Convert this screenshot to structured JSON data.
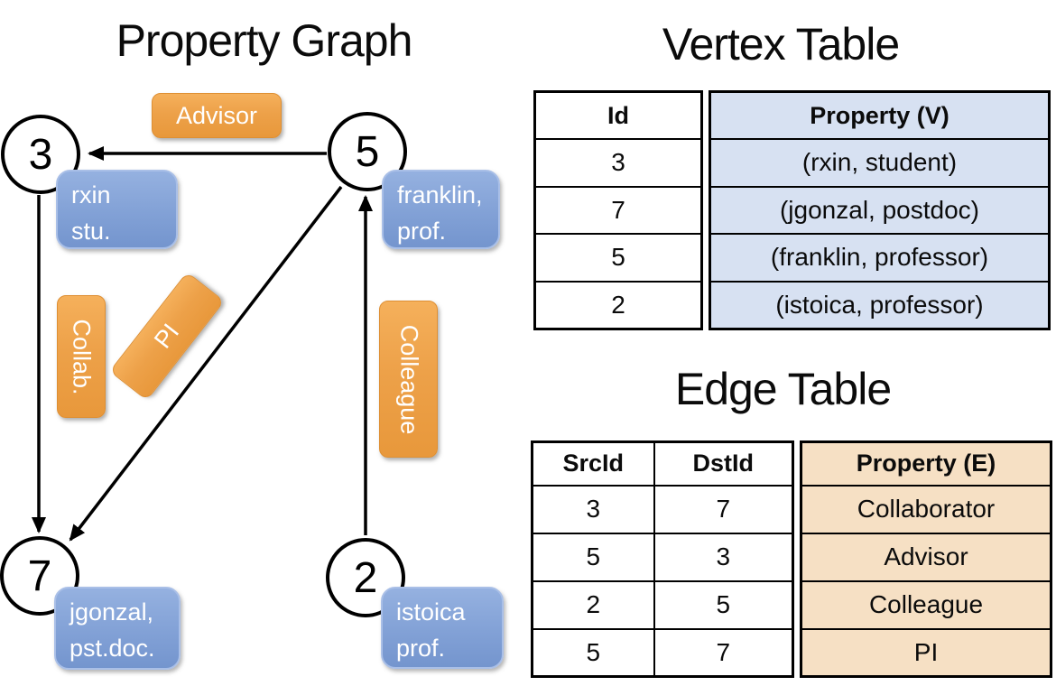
{
  "graph": {
    "title": "Property Graph",
    "nodes": {
      "n3": {
        "id": "3",
        "prop_line1": "rxin",
        "prop_line2": "stu."
      },
      "n5": {
        "id": "5",
        "prop_line1": "franklin,",
        "prop_line2": "prof."
      },
      "n7": {
        "id": "7",
        "prop_line1": "jgonzal,",
        "prop_line2": "pst.doc."
      },
      "n2": {
        "id": "2",
        "prop_line1": "istoica",
        "prop_line2": "prof."
      }
    },
    "edges": [
      {
        "from": "5",
        "to": "3",
        "label": "Advisor"
      },
      {
        "from": "3",
        "to": "7",
        "label": "Collab."
      },
      {
        "from": "5",
        "to": "7",
        "label": "PI"
      },
      {
        "from": "2",
        "to": "5",
        "label": "Colleague"
      }
    ]
  },
  "vertex_table": {
    "title": "Vertex Table",
    "columns": {
      "id": "Id",
      "property": "Property (V)"
    },
    "rows": [
      {
        "id": "3",
        "property": "(rxin, student)"
      },
      {
        "id": "7",
        "property": "(jgonzal, postdoc)"
      },
      {
        "id": "5",
        "property": "(franklin, professor)"
      },
      {
        "id": "2",
        "property": "(istoica, professor)"
      }
    ]
  },
  "edge_table": {
    "title": "Edge Table",
    "columns": {
      "src": "SrcId",
      "dst": "DstId",
      "property": "Property (E)"
    },
    "rows": [
      {
        "src": "3",
        "dst": "7",
        "property": "Collaborator"
      },
      {
        "src": "5",
        "dst": "3",
        "property": "Advisor"
      },
      {
        "src": "2",
        "dst": "5",
        "property": "Colleague"
      },
      {
        "src": "5",
        "dst": "7",
        "property": "PI"
      }
    ]
  },
  "colors": {
    "edge_label_orange": "#e8983b",
    "node_prop_blue": "#82a1d6",
    "vertex_cell_fill": "#d7e1f2",
    "edge_cell_fill": "#f6e0c4",
    "line_black": "#000000",
    "label_text": "#ffffff"
  }
}
